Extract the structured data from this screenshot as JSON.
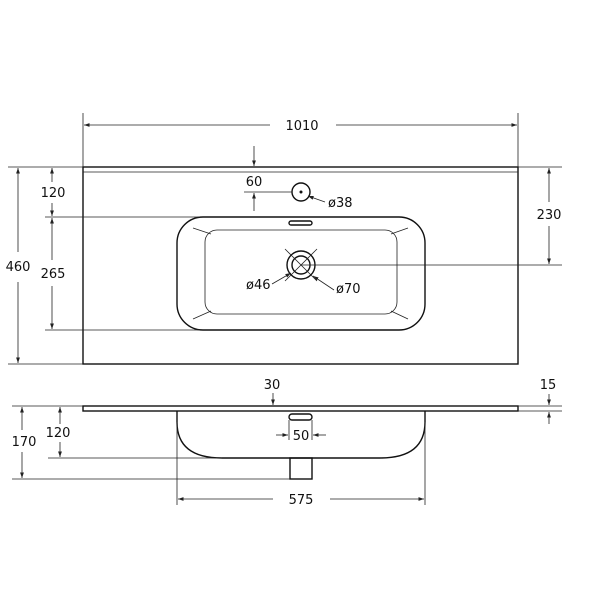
{
  "top_view": {
    "width_dim": "1010",
    "height_dim": "460",
    "front_dim": "120",
    "bowl_dim": "265",
    "tap_offset_dim": "60",
    "tap_hole_dim": "ø38",
    "drain_center_dim": "230",
    "drain_outer_dim": "ø46",
    "drain_inner_dim": "ø70"
  },
  "side_view": {
    "slab_offset_dim": "30",
    "slab_thickness_dim": "15",
    "total_height_dim": "170",
    "bowl_depth_dim": "120",
    "drain_width_dim": "50",
    "bowl_width_dim": "575"
  }
}
